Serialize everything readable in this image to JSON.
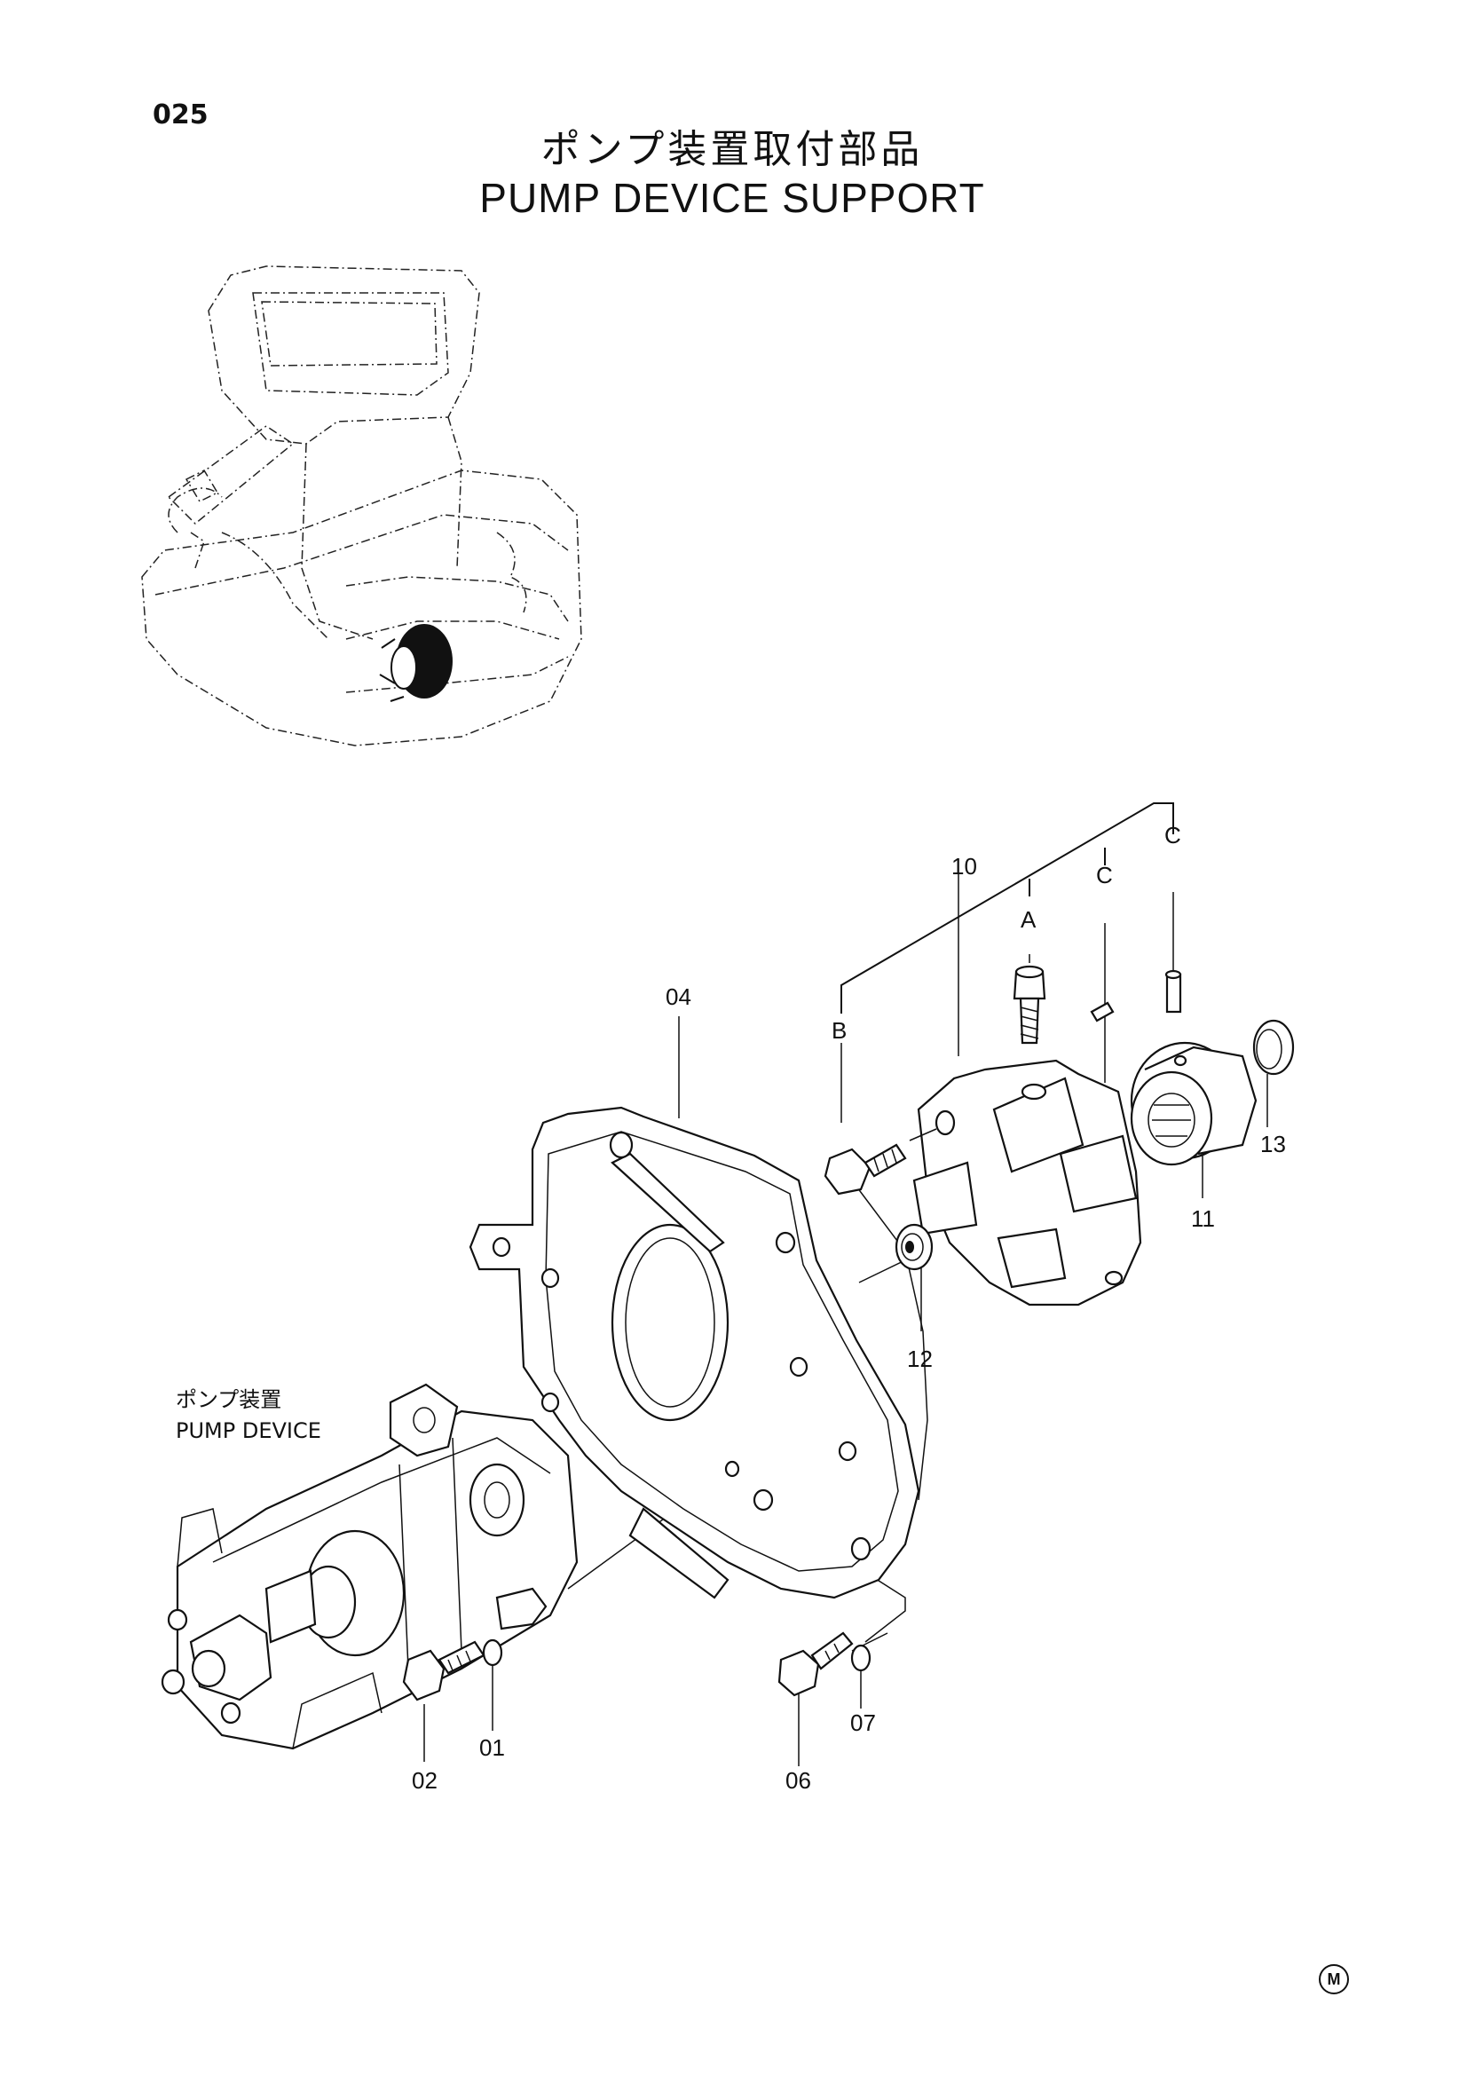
{
  "header": {
    "page_number": "025",
    "title_jp": "ポンプ装置取付部品",
    "title_en": "PUMP DEVICE SUPPORT"
  },
  "annotation": {
    "jp": "ポンプ装置",
    "en": "PUMP DEVICE"
  },
  "callouts": {
    "p01": "01",
    "p02": "02",
    "p04": "04",
    "p06": "06",
    "p07": "07",
    "p10": "10",
    "p11": "11",
    "p12": "12",
    "p13": "13",
    "kA": "A",
    "kB": "B",
    "kC1": "C",
    "kC2": "C"
  },
  "footer": {
    "mark": "M"
  }
}
